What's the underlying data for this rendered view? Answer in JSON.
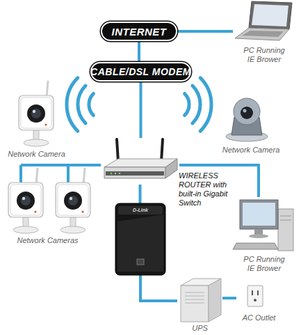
{
  "diagram": {
    "nodes": [
      {
        "text": [
          "INTERNET"
        ]
      },
      {
        "text": [
          "PC Running IE Brower"
        ]
      },
      {
        "text": [
          "CABLE/DSL MODEM"
        ]
      },
      {
        "text": [
          "Network Camera"
        ]
      },
      {
        "text": [
          "Network Camera"
        ]
      },
      {
        "text": [
          "WIRELESS ROUTER with built-in Gigabit Switch"
        ]
      },
      {
        "text": [
          "Network Cameras"
        ]
      },
      {
        "text": [
          "PC Running IE Brower"
        ]
      },
      {
        "text": [
          "D-Link"
        ]
      },
      {
        "text": [
          "UPS"
        ]
      },
      {
        "text": [
          "AC Outlet"
        ]
      }
    ],
    "edges": [
      {
        "from": 0,
        "to": 1,
        "arrow": "none"
      },
      {
        "from": 0,
        "to": 2,
        "arrow": "none"
      },
      {
        "from": 2,
        "to": 5,
        "arrow": "none"
      },
      {
        "from": 5,
        "to": 6,
        "arrow": "none"
      },
      {
        "from": 5,
        "to": 7,
        "arrow": "none"
      },
      {
        "from": 5,
        "to": 8,
        "arrow": "none"
      },
      {
        "from": 8,
        "to": 9,
        "arrow": "none"
      },
      {
        "from": 9,
        "to": 10,
        "arrow": "none"
      }
    ]
  }
}
